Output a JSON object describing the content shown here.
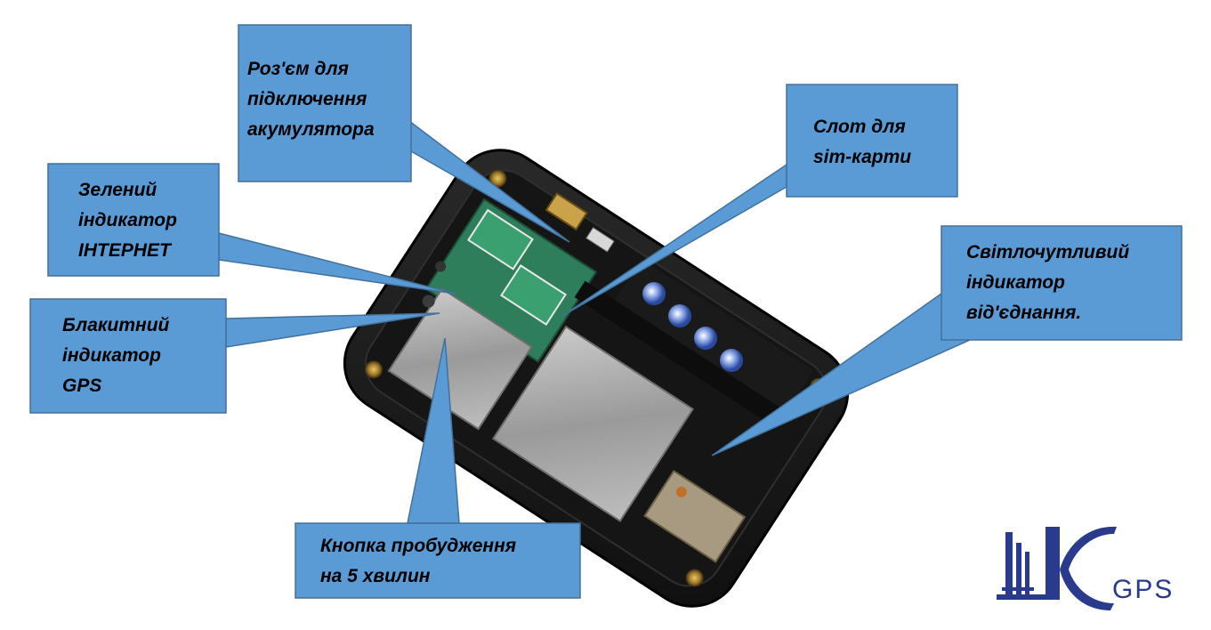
{
  "callouts": [
    {
      "id": "battery-connector",
      "lines": [
        "Роз'єм для",
        "підключення",
        "акумулятора"
      ]
    },
    {
      "id": "sim-slot",
      "lines": [
        "Слот для",
        "sim-карти"
      ]
    },
    {
      "id": "green-led",
      "lines": [
        "Зелений",
        "індикатор",
        "ІНТЕРНЕТ"
      ]
    },
    {
      "id": "blue-led",
      "lines": [
        "Блакитний",
        "індикатор",
        "GPS"
      ]
    },
    {
      "id": "light-sensor",
      "lines": [
        "Світлочутливий",
        "індикатор",
        "від'єднання."
      ]
    },
    {
      "id": "wake-button",
      "lines": [
        "Кнопка пробудження",
        "на 5 хвилин"
      ]
    }
  ],
  "logo": {
    "letters": "LK",
    "suffix": "GPS"
  },
  "colors": {
    "callout_fill": "#5b9bd5",
    "callout_stroke": "#41719c",
    "device_body": "#1c1c1c",
    "pcb": "#2e7d5b",
    "shield": "#9c9c9c",
    "logo": "#2a3a8c"
  }
}
